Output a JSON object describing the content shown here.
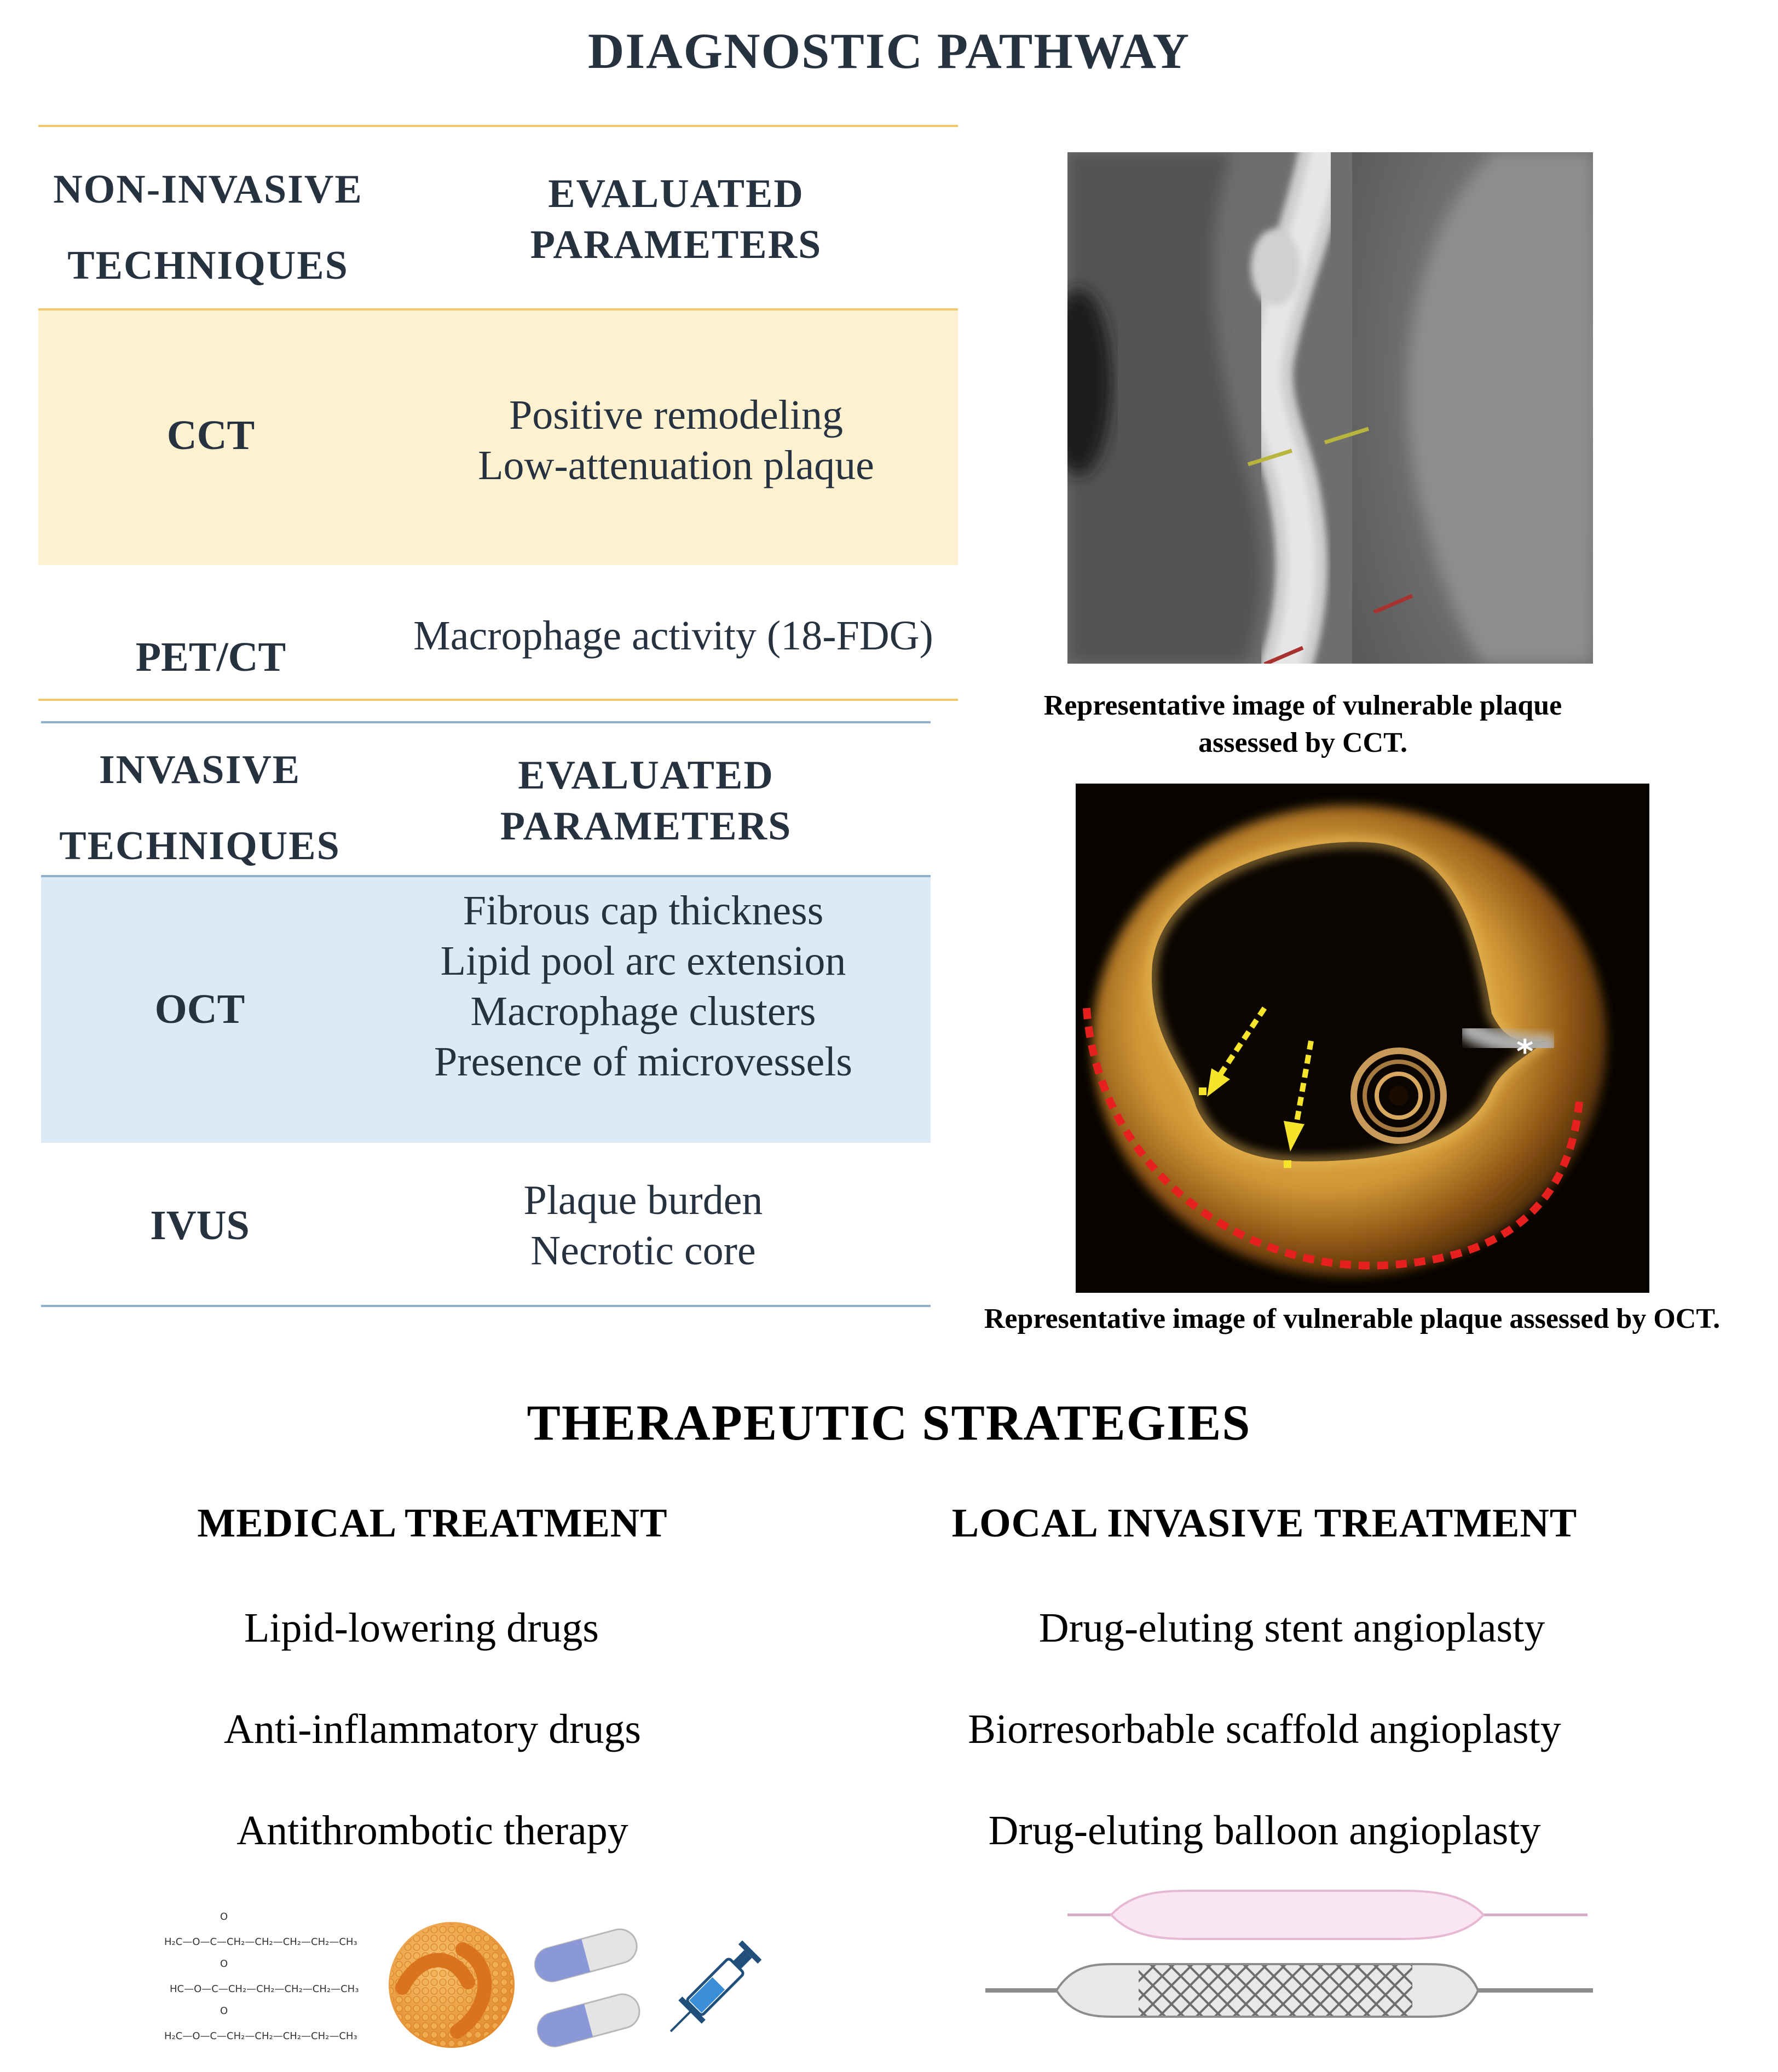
{
  "title": "DIAGNOSTIC PATHWAY",
  "noninvasive": {
    "col1": [
      "NON-INVASIVE",
      "TECHNIQUES"
    ],
    "col2": [
      "EVALUATED",
      "PARAMETERS"
    ],
    "rows": [
      {
        "name": "CCT",
        "params": [
          "Positive remodeling",
          "Low-attenuation plaque"
        ]
      },
      {
        "name": "PET/CT",
        "params": [
          "Macrophage activity (18-FDG)"
        ]
      }
    ]
  },
  "invasive": {
    "col1": [
      "INVASIVE",
      "TECHNIQUES"
    ],
    "col2": [
      "EVALUATED",
      "PARAMETERS"
    ],
    "rows": [
      {
        "name": "OCT",
        "params": [
          "Fibrous cap thickness",
          "Lipid pool arc extension",
          "Macrophage clusters",
          "Presence of microvessels"
        ]
      },
      {
        "name": "IVUS",
        "params": [
          "Plaque burden",
          "Necrotic core"
        ]
      }
    ]
  },
  "captions": {
    "cct": [
      "Representative image of vulnerable plaque",
      "assessed by CCT."
    ],
    "oct": "Representative image of vulnerable plaque assessed by OCT.",
    "oct_marker": "*"
  },
  "therapy": {
    "title": "THERAPEUTIC STRATEGIES",
    "medical": {
      "title": "MEDICAL TREATMENT",
      "items": [
        "Lipid-lowering drugs",
        "Anti-inflammatory drugs",
        "Antithrombotic therapy"
      ]
    },
    "local": {
      "title": "LOCAL INVASIVE TREATMENT",
      "items": [
        "Drug-eluting stent angioplasty",
        "Biorresorbable scaffold angioplasty",
        "Drug-eluting balloon angioplasty"
      ]
    }
  },
  "formula": {
    "rows": [
      {
        "left": "H₂C—O—C—CH₂—CH₂—CH₂—CH₂—CH₃"
      },
      {
        "left": "HC—O—C—CH₂—CH₂—CH₂—CH₂—CH₃"
      },
      {
        "left": "H₂C—O—C—CH₂—CH₂—CH₂—CH₂—CH₃"
      }
    ],
    "oxygen": "O"
  },
  "colors": {
    "gold": "#f2c96a",
    "yellow_panel": "#fdf1cf",
    "blue": "#8fb0cc",
    "blue_panel": "#dce9f6"
  }
}
